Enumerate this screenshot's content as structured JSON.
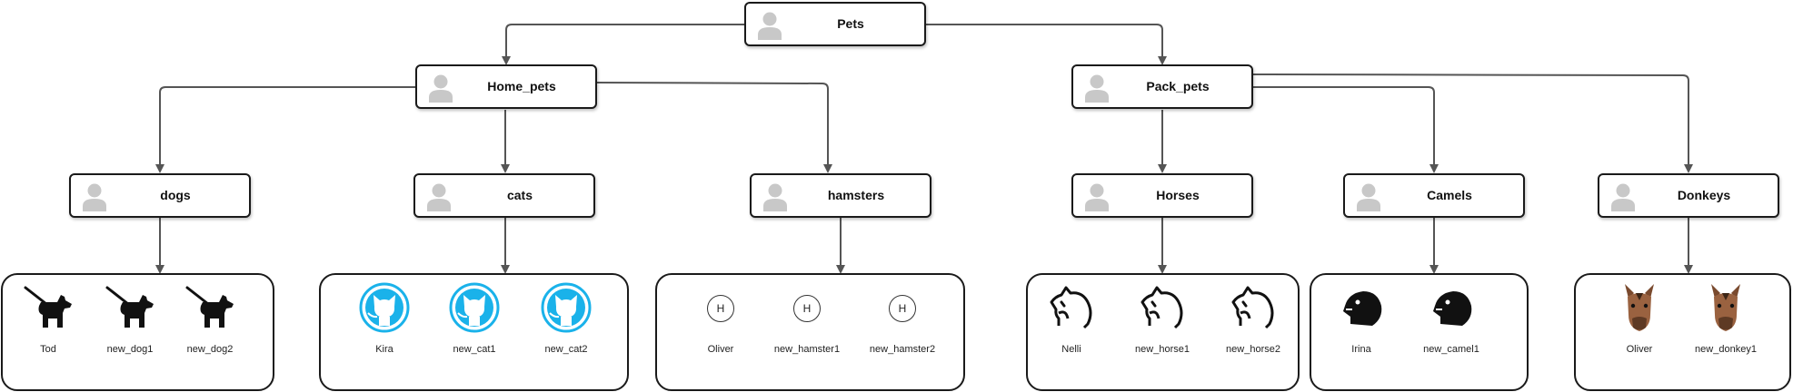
{
  "colors": {
    "edge": "#555555",
    "avatar": "#c8c8c8",
    "cat_icon": "#1ab2ea",
    "donkey": "#8b5a3c"
  },
  "nodes": {
    "pets": "Pets",
    "home_pets": "Home_pets",
    "pack_pets": "Pack_pets",
    "dogs": "dogs",
    "cats": "cats",
    "hamsters": "hamsters",
    "horses": "Horses",
    "camels": "Camels",
    "donkeys": "Donkeys"
  },
  "groups": {
    "dogs": [
      {
        "name": "Tod",
        "icon": "dog-walking-icon"
      },
      {
        "name": "new_dog1",
        "icon": "dog-walking-icon"
      },
      {
        "name": "new_dog2",
        "icon": "dog-walking-icon"
      }
    ],
    "cats": [
      {
        "name": "Kira",
        "icon": "github-octocat-icon"
      },
      {
        "name": "new_cat1",
        "icon": "github-octocat-icon"
      },
      {
        "name": "new_cat2",
        "icon": "github-octocat-icon"
      }
    ],
    "hamsters": [
      {
        "name": "Oliver",
        "icon": "h-circle-icon",
        "letter": "H"
      },
      {
        "name": "new_hamster1",
        "icon": "h-circle-icon",
        "letter": "H"
      },
      {
        "name": "new_hamster2",
        "icon": "h-circle-icon",
        "letter": "H"
      }
    ],
    "horses": [
      {
        "name": "Nelli",
        "icon": "horse-head-icon"
      },
      {
        "name": "new_horse1",
        "icon": "horse-head-icon"
      },
      {
        "name": "new_horse2",
        "icon": "horse-head-icon"
      }
    ],
    "camels": [
      {
        "name": "Irina",
        "icon": "camel-head-icon"
      },
      {
        "name": "new_camel1",
        "icon": "camel-head-icon"
      }
    ],
    "donkeys": [
      {
        "name": "Oliver",
        "icon": "donkey-face-icon"
      },
      {
        "name": "new_donkey1",
        "icon": "donkey-face-icon"
      }
    ]
  }
}
